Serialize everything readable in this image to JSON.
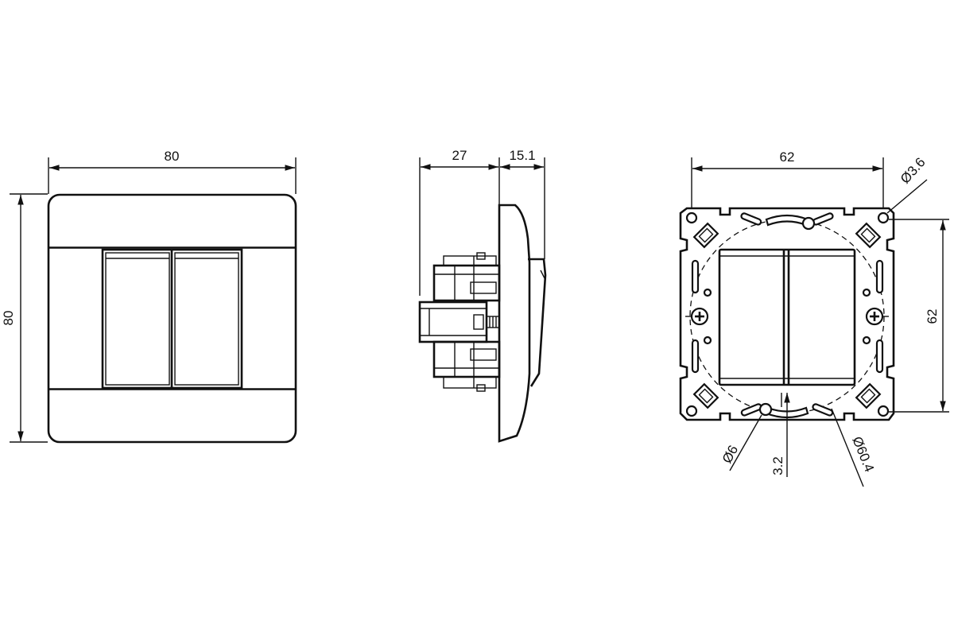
{
  "front_view": {
    "width_label": "80",
    "height_label": "80"
  },
  "side_view": {
    "depth_label": "27",
    "front_depth_label": "15.1"
  },
  "back_view": {
    "width_label": "62",
    "height_label": "62",
    "hole_small_label": "Ø3.6",
    "hole_label": "Ø6",
    "offset_label": "3.2",
    "circle_label": "Ø60.4"
  }
}
